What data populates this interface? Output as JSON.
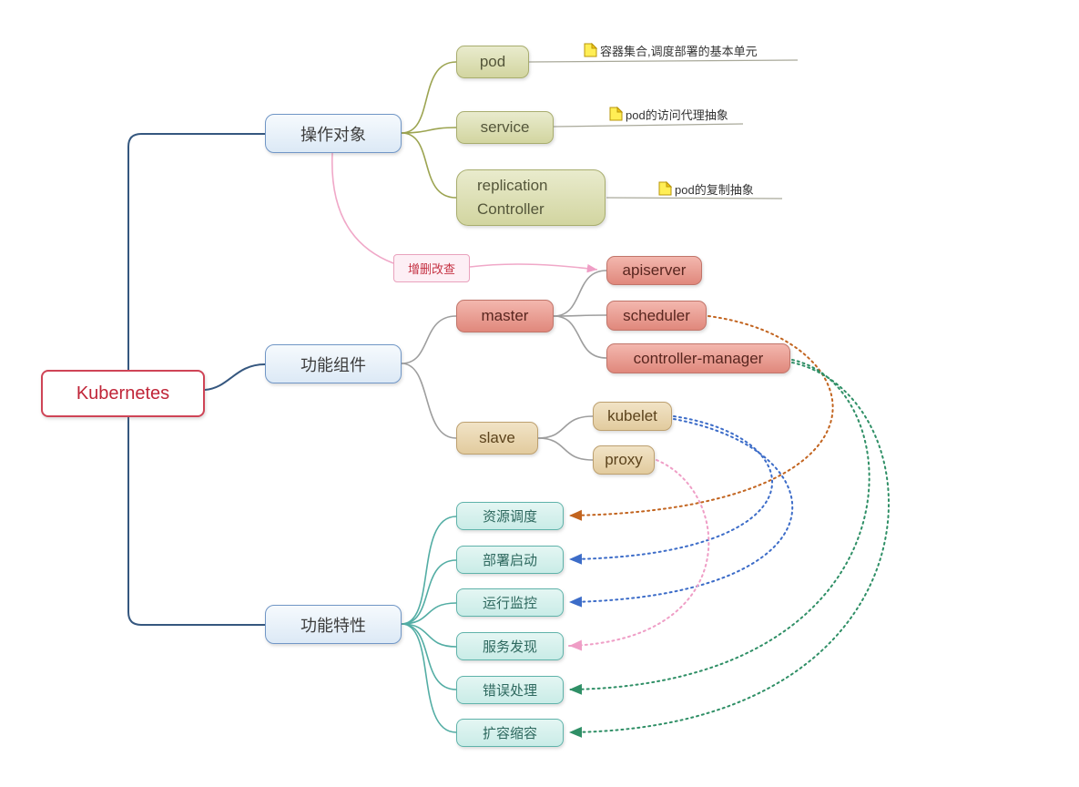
{
  "root": {
    "label": "Kubernetes"
  },
  "branches": [
    {
      "label": "操作对象"
    },
    {
      "label": "功能组件"
    },
    {
      "label": "功能特性"
    }
  ],
  "objects": {
    "pod": "pod",
    "pod_note": "容器集合,调度部署的基本单元",
    "service": "service",
    "service_note": "pod的访问代理抽象",
    "replication": "replication Controller",
    "replication_note": "pod的复制抽象"
  },
  "callout": {
    "label": "增删改查"
  },
  "components": {
    "master": "master",
    "apiserver": "apiserver",
    "scheduler": "scheduler",
    "controller_manager": "controller-manager",
    "slave": "slave",
    "kubelet": "kubelet",
    "proxy": "proxy"
  },
  "features": {
    "items": [
      {
        "label": "资源调度"
      },
      {
        "label": "部署启动"
      },
      {
        "label": "运行监控"
      },
      {
        "label": "服务发现"
      },
      {
        "label": "错误处理"
      },
      {
        "label": "扩容缩容"
      }
    ]
  },
  "colors": {
    "root_border": "#cf4456",
    "main_branch_line": "#35577f",
    "objects_line": "#9ca451",
    "components_line": "#9e9e9e",
    "features_line": "#53ada4",
    "callout_pink": "#f0a8c8",
    "relation_orange": "#c2641f",
    "relation_blue": "#3c6cc8",
    "relation_pink": "#ef9ec6",
    "relation_green": "#2f8f66",
    "note_icon_yellow": "#ffee55"
  }
}
